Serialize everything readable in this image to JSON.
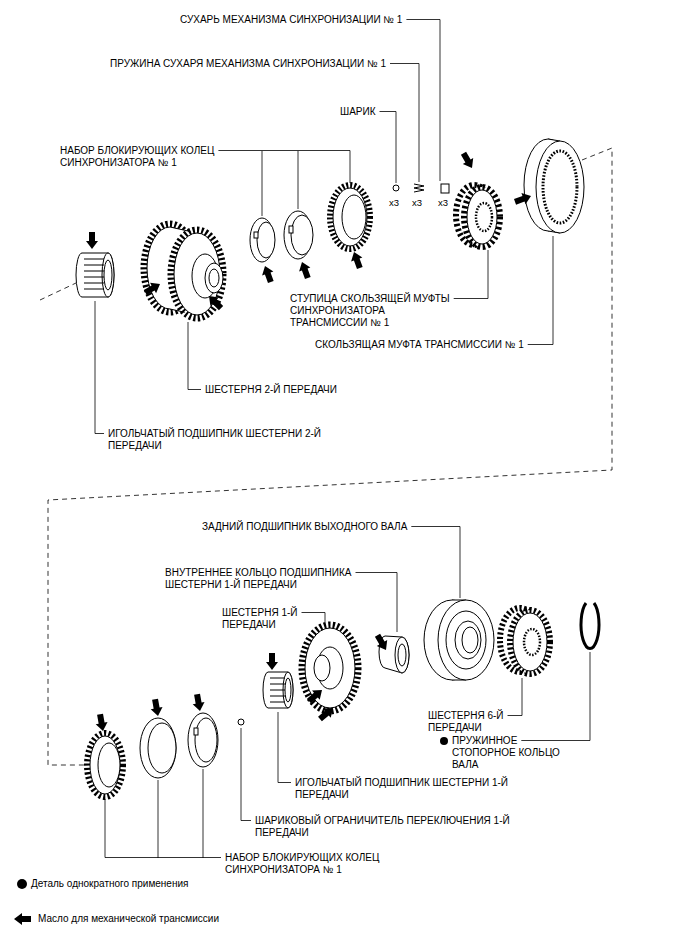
{
  "diagram": {
    "labels": [
      "СУХАРЬ МЕХАНИЗМА СИНХРОНИЗАЦИИ № 1",
      "ПРУЖИНА СУХАРЯ МЕХАНИЗМА СИНХРОНИЗАЦИИ № 1",
      "ШАРИК",
      "НАБОР БЛОКИРУЮЩИХ КОЛЕЦ СИНХРОНИЗАТОРА № 1",
      "x3",
      "x3",
      "x3",
      "СТУПИЦА СКОЛЬЗЯЩЕЙ МУФТЫ СИНХРОНИЗАТОРА ТРАНСМИССИИ № 1",
      "СКОЛЬЗЯЩАЯ МУФТА ТРАНСМИССИИ № 1",
      "ШЕСТЕРНЯ 2-Й ПЕРЕДАЧИ",
      "ИГОЛЬЧАТЫЙ ПОДШИПНИК ШЕСТЕРНИ 2-Й ПЕРЕДАЧИ",
      "ЗАДНИЙ ПОДШИПНИК ВЫХОДНОГО ВАЛА",
      "ВНУТРЕННЕЕ КОЛЬЦО ПОДШИПНИКА ШЕСТЕРНИ 1-Й ПЕРЕДАЧИ",
      "ШЕСТЕРНЯ 1-Й ПЕРЕДАЧИ",
      "ШЕСТЕРНЯ 6-Й ПЕРЕДАЧИ",
      "ПРУЖИННОЕ СТОПОРНОЕ КОЛЬЦО ВАЛА",
      "ИГОЛЬЧАТЫЙ ПОДШИПНИК ШЕСТЕРНИ 1-Й ПЕРЕДАЧИ",
      "ШАРИКОВЫЙ ОГРАНИЧИТЕЛЬ ПЕРЕКЛЮЧЕНИЯ 1-Й ПЕРЕДАЧИ",
      "НАБОР БЛОКИРУЮЩИХ КОЛЕЦ СИНХРОНИЗАТОРА № 1"
    ],
    "legend": [
      {
        "text": "Деталь однократного применения"
      },
      {
        "text": "Масло для механической трансмиссии"
      }
    ]
  }
}
